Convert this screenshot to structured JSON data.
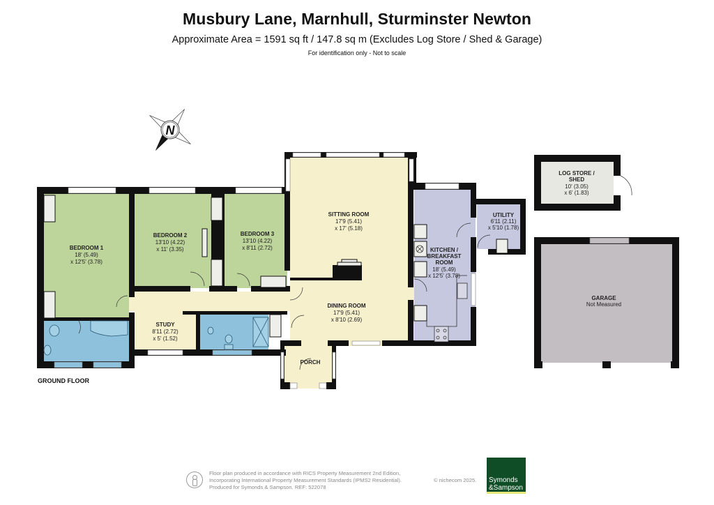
{
  "header": {
    "title": "Musbury Lane, Marnhull, Sturminster Newton",
    "subtitle": "Approximate Area = 1591 sq ft / 147.8 sq m (Excludes Log Store / Shed & Garage)",
    "note": "For identification only - Not to scale"
  },
  "compass": {
    "icon": "north-compass-icon",
    "letter": "N"
  },
  "floor": {
    "label": "GROUND FLOOR"
  },
  "rooms": {
    "bedroom1": {
      "name": "BEDROOM 1",
      "dim1": "18' (5.49)",
      "dim2": "x 12'5' (3.78)",
      "color": "#bdd49a"
    },
    "bedroom2": {
      "name": "BEDROOM 2",
      "dim1": "13'10 (4.22)",
      "dim2": "x 11' (3.35)",
      "color": "#bdd49a"
    },
    "bedroom3": {
      "name": "BEDROOM 3",
      "dim1": "13'10 (4.22)",
      "dim2": "x 8'11 (2.72)",
      "color": "#bdd49a"
    },
    "sitting": {
      "name": "SITTING ROOM",
      "dim1": "17'9 (5.41)",
      "dim2": "x 17' (5.18)",
      "color": "#f6f0cc"
    },
    "kitchen": {
      "name_line1": "KITCHEN /",
      "name_line2": "BREAKFAST",
      "name_line3": "ROOM",
      "dim1": "18' (5.49)",
      "dim2": "x 12'5' (3.78)",
      "color": "#c6c8e0"
    },
    "utility": {
      "name": "UTILITY",
      "dim1": "6'11 (2.11)",
      "dim2": "x 5'10 (1.78)",
      "color": "#c6c8e0"
    },
    "dining": {
      "name": "DINING ROOM",
      "dim1": "17'9 (5.41)",
      "dim2": "x 8'10 (2.69)",
      "color": "#f6f0cc"
    },
    "study": {
      "name": "STUDY",
      "dim1": "8'11 (2.72)",
      "dim2": "x 5' (1.52)",
      "color": "#f6f0cc"
    },
    "porch": {
      "name": "PORCH",
      "color": "#f6f0cc"
    },
    "logstore": {
      "name_line1": "LOG STORE /",
      "name_line2": "SHED",
      "dim1": "10' (3.05)",
      "dim2": "x 6' (1.83)",
      "color": "#e8e8e2"
    },
    "garage": {
      "name": "GARAGE",
      "dim1": "Not Measured",
      "color": "#c2bec2"
    },
    "bathroom": {
      "color": "#8ec2dc"
    },
    "shower_room": {
      "color": "#8ec2dc"
    }
  },
  "footer": {
    "line1": "Floor plan produced in accordance with RICS Property Measurement 2nd Edition,",
    "line2": "Incorporating International Property Measurement Standards (IPMS2 Residential).",
    "line3": "Produced for Symonds & Sampson.   REF:  522078",
    "copyright": "© nichecom 2025.",
    "logo_line1": "Symonds",
    "logo_line2": "&Sampson",
    "logo_color": "#0f4d26"
  }
}
